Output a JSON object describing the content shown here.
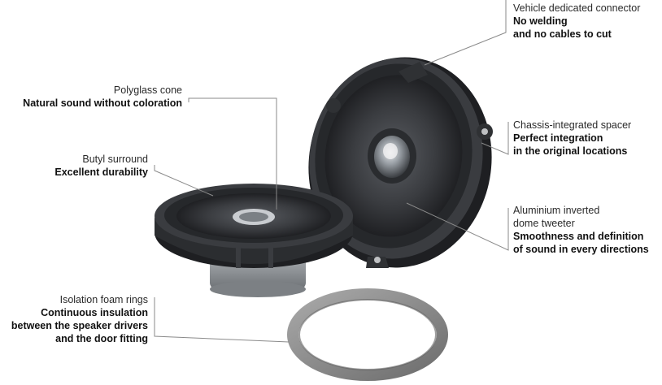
{
  "callouts": {
    "connector": {
      "title": "Vehicle dedicated connector",
      "bold1": "No welding",
      "bold2": "and no cables to cut"
    },
    "cone": {
      "title": "Polyglass cone",
      "bold1": "Natural sound without coloration"
    },
    "surround": {
      "title": "Butyl surround",
      "bold1": "Excellent durability"
    },
    "spacer": {
      "title": "Chassis-integrated spacer",
      "bold1": "Perfect integration",
      "bold2": "in the original locations"
    },
    "tweeter": {
      "title1": "Aluminium inverted",
      "title2": "dome tweeter",
      "bold1": "Smoothness and definition",
      "bold2": "of sound in every directions"
    },
    "foam": {
      "title": "Isolation foam rings",
      "bold1": "Continuous insulation",
      "bold2": "between the speaker drivers",
      "bold3": "and the door fitting"
    }
  },
  "colors": {
    "leader": "#8a8a8a",
    "speaker_dark": "#2b2d30",
    "ring": "#8c8c8c"
  },
  "icons": [
    "speaker-illustration",
    "foam-ring-illustration"
  ]
}
